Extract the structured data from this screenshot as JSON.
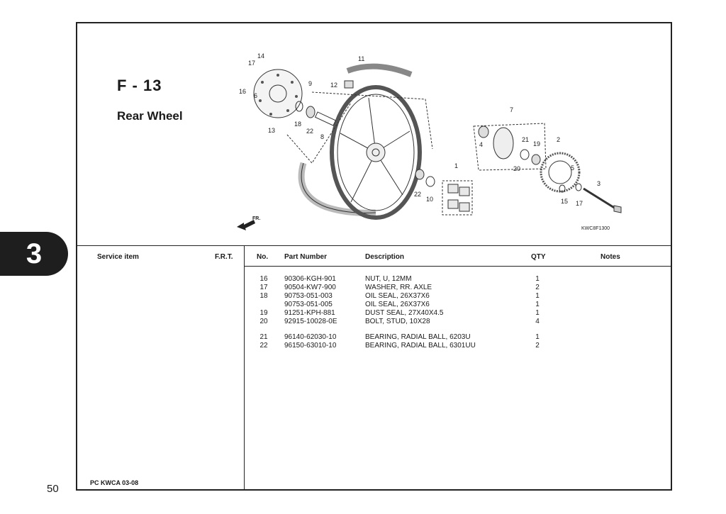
{
  "page": {
    "number": "50",
    "section": "3",
    "footer_code": "PC KWCA 03-08"
  },
  "figure": {
    "code": "F - 13",
    "title": "Rear Wheel",
    "drawing_code": "KWC8F1300",
    "front_label": "FR.",
    "callouts": [
      "14",
      "17",
      "16",
      "6",
      "13",
      "11",
      "12",
      "9",
      "18",
      "22",
      "8",
      "7",
      "4",
      "21",
      "19",
      "20",
      "2",
      "5",
      "1",
      "22",
      "10",
      "15",
      "17",
      "3"
    ]
  },
  "table": {
    "headers": {
      "service_item": "Service item",
      "frt": "F.R.T.",
      "no": "No.",
      "part_number": "Part Number",
      "description": "Description",
      "qty": "QTY",
      "notes": "Notes"
    },
    "rows": [
      {
        "no": "16",
        "part_number": "90306-KGH-901",
        "description": "NUT, U, 12MM",
        "qty": "1"
      },
      {
        "no": "17",
        "part_number": "90504-KW7-900",
        "description": "WASHER, RR. AXLE",
        "qty": "2"
      },
      {
        "no": "18",
        "part_number": "90753-051-003",
        "description": "OIL SEAL, 26X37X6",
        "qty": "1"
      },
      {
        "no": "",
        "part_number": "90753-051-005",
        "description": "OIL SEAL, 26X37X6",
        "qty": "1"
      },
      {
        "no": "19",
        "part_number": "91251-KPH-881",
        "description": "DUST SEAL, 27X40X4.5",
        "qty": "1"
      },
      {
        "no": "20",
        "part_number": "92915-10028-0E",
        "description": "BOLT, STUD, 10X28",
        "qty": "4"
      },
      {
        "no": "21",
        "part_number": "96140-62030-10",
        "description": "BEARING, RADIAL BALL, 6203U",
        "qty": "1"
      },
      {
        "no": "22",
        "part_number": "96150-63010-10",
        "description": "BEARING, RADIAL BALL, 6301UU",
        "qty": "2"
      }
    ]
  }
}
